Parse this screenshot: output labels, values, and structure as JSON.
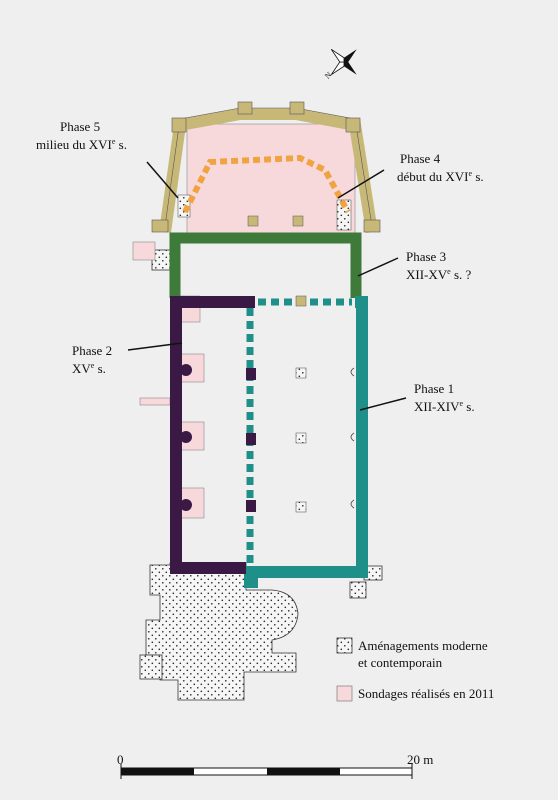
{
  "colors": {
    "page_bg": "#efefef",
    "phase1": "#1f8f8a",
    "phase2": "#3a1a44",
    "phase3": "#3e7a3a",
    "phase4": "#f0a340",
    "phase5": "#c8b878",
    "sondage": "#f7d9dc",
    "modern_hatch": "#f2f2f2",
    "text": "#111111"
  },
  "phases": [
    {
      "line1": "Phase 1",
      "line2_pre": "XII-XIV",
      "line2_sup": "e",
      "line2_post": " s."
    },
    {
      "line1": "Phase 2",
      "line2_pre": "XV",
      "line2_sup": "e",
      "line2_post": " s."
    },
    {
      "line1": "Phase 3",
      "line2_pre": "XII-XV",
      "line2_sup": "e",
      "line2_post": " s. ?"
    },
    {
      "line1": "Phase 4",
      "line2_pre": "début du XVI",
      "line2_sup": "e",
      "line2_post": " s."
    },
    {
      "line1": "Phase 5",
      "line2_pre": "milieu du XVI",
      "line2_sup": "e",
      "line2_post": " s."
    }
  ],
  "legend": {
    "modern_line1": "Aménagements moderne",
    "modern_line2": "et contemporain",
    "sondages": "Sondages réalisés en 2011"
  },
  "scale": {
    "start": "0",
    "end": "20 m"
  },
  "north": {
    "letter": "N"
  }
}
